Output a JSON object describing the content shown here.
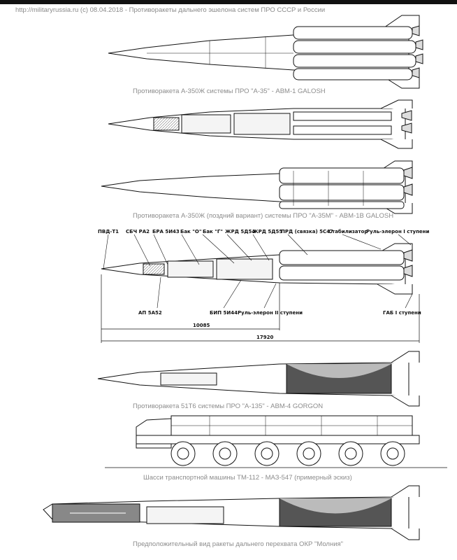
{
  "header": {
    "credit": "http://militaryrussia.ru (c) 08.04.2018 - Противоракеты дальнего эшелона систем ПРО СССР и России"
  },
  "captions": {
    "abm1": "Противоракета А-350Ж системы ПРО \"А-35\" - ABM-1 GALOSH",
    "abm1b": "Противоракета А-350Ж (поздний вариант) системы ПРО \"А-35М\" - ABM-1B GALOSH",
    "abm4": "Противоракета 51Т6 системы ПРО \"А-135\" - ABM-4 GORGON",
    "chassis": "Шасси транспортной машины ТМ-112 - МАЗ-547 (примерный эскиз)",
    "molniya": "Предположительный вид ракеты дальнего перехвата ОКР \"Молния\""
  },
  "labels_top": [
    "ПВД-Т1",
    "СБЧ РА2",
    "БРА 5И43",
    "Бак \"О\"",
    "Бак \"Г\"",
    "ЖРД 5Д54",
    "ЖРД 5Д55",
    "ПРД (связка) 5С47",
    "Стабилизатор",
    "Руль-элерон I ступени"
  ],
  "labels_bottom": [
    "АП 5А52",
    "БИП 5И44",
    "Руль-элерон II ступени",
    "ГАБ I ступени"
  ],
  "dimensions": {
    "short": "10085",
    "long": "17920"
  }
}
